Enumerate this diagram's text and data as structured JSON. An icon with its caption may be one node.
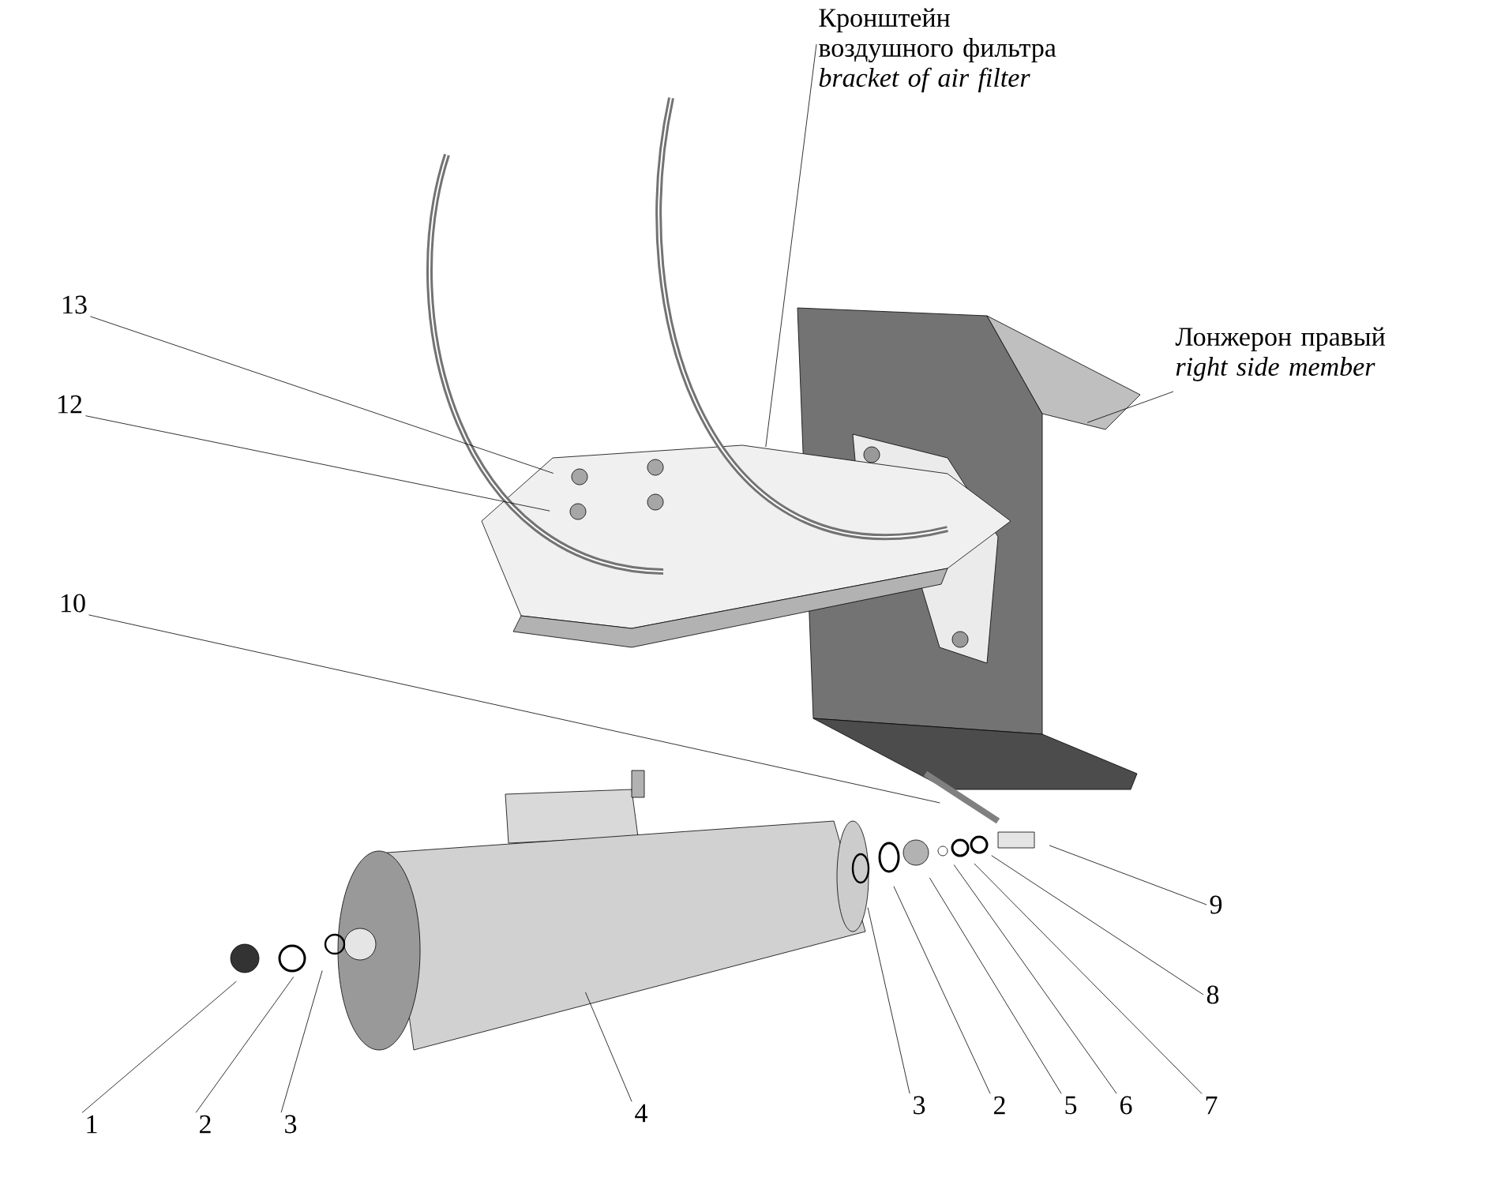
{
  "diagram": {
    "nodes": [
      {
        "text": [
          "Кронштейн воздушного фильтра",
          "bracket of air filter"
        ]
      },
      {
        "text": [
          "Лонжерон правый",
          "right side member"
        ]
      },
      {
        "text": [
          "13"
        ]
      },
      {
        "text": [
          "12"
        ]
      },
      {
        "text": [
          "10"
        ]
      },
      {
        "text": [
          "9"
        ]
      },
      {
        "text": [
          "8"
        ]
      },
      {
        "text": [
          "1"
        ]
      },
      {
        "text": [
          "2"
        ]
      },
      {
        "text": [
          "3"
        ]
      },
      {
        "text": [
          "4"
        ]
      },
      {
        "text": [
          "3"
        ]
      },
      {
        "text": [
          "2"
        ]
      },
      {
        "text": [
          "5"
        ]
      },
      {
        "text": [
          "6"
        ]
      },
      {
        "text": [
          "7"
        ]
      }
    ],
    "edges": [
      {
        "from": 0,
        "to": null,
        "arrow": "none"
      },
      {
        "from": 1,
        "to": null,
        "arrow": "none"
      },
      {
        "from": 2,
        "to": null,
        "arrow": "none"
      },
      {
        "from": 3,
        "to": null,
        "arrow": "none"
      },
      {
        "from": 4,
        "to": null,
        "arrow": "none"
      },
      {
        "from": 5,
        "to": null,
        "arrow": "none"
      },
      {
        "from": 6,
        "to": null,
        "arrow": "none"
      },
      {
        "from": 7,
        "to": null,
        "arrow": "none"
      },
      {
        "from": 8,
        "to": null,
        "arrow": "none"
      },
      {
        "from": 9,
        "to": null,
        "arrow": "none"
      },
      {
        "from": 10,
        "to": null,
        "arrow": "none"
      },
      {
        "from": 11,
        "to": null,
        "arrow": "none"
      },
      {
        "from": 12,
        "to": null,
        "arrow": "none"
      },
      {
        "from": 13,
        "to": null,
        "arrow": "none"
      },
      {
        "from": 14,
        "to": null,
        "arrow": "none"
      },
      {
        "from": 15,
        "to": null,
        "arrow": "none"
      }
    ]
  }
}
